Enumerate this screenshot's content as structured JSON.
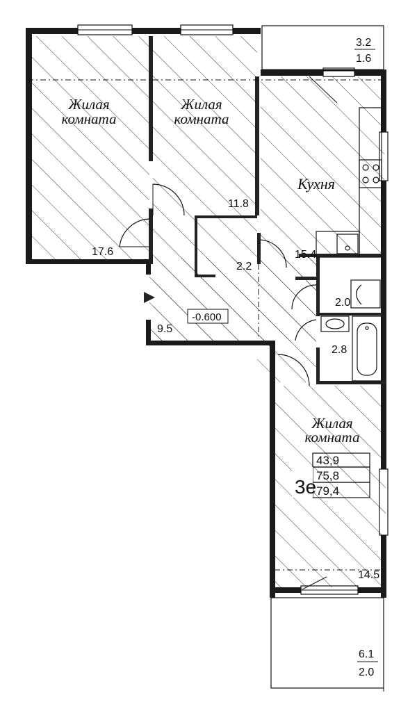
{
  "rooms": {
    "living1": {
      "name_line1": "Жилая",
      "name_line2": "комната",
      "area": "17.6"
    },
    "living2": {
      "name_line1": "Жилая",
      "name_line2": "комната",
      "area": "11.8"
    },
    "kitchen": {
      "name": "Кухня",
      "area": "15.4"
    },
    "closet": {
      "area": "2.2"
    },
    "hall": {
      "area": "9.5",
      "level": "-0.600"
    },
    "bath": {
      "area": "2.0"
    },
    "wc": {
      "area": "2.8"
    },
    "living3": {
      "name_line1": "Жилая",
      "name_line2": "комната",
      "area": "14.5"
    }
  },
  "balcony_top": {
    "area_line1": "3.2",
    "area_line2": "1.6"
  },
  "balcony_bottom": {
    "area_line1": "6.1",
    "area_line2": "2.0"
  },
  "apartment": {
    "type_label": "3е",
    "living_area": "43,9",
    "total_area": "75,8",
    "total_with_balcony": "79,4"
  }
}
